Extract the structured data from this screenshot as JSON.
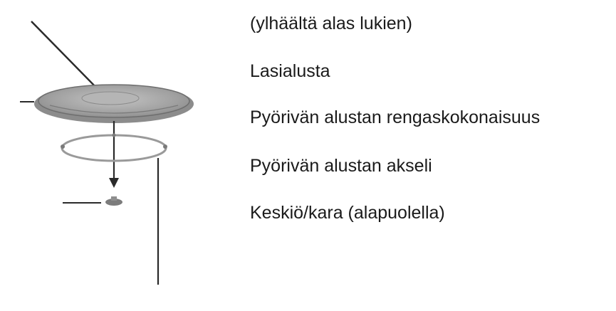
{
  "labels": {
    "reading_order": "(ylhäältä alas lukien)",
    "glass_tray": "Lasialusta",
    "roller_ring": "Pyörivän alustan rengaskokonaisuus",
    "turntable_shaft": "Pyörivän alustan akseli",
    "hub": "Keskiö/kara (alapuolella)"
  },
  "colors": {
    "text": "#1a1a1a",
    "line": "#2a2a2a",
    "tray_fill": "#a9a9a9",
    "tray_edge": "#6e6e6e",
    "ring": "#9a9a9a"
  }
}
